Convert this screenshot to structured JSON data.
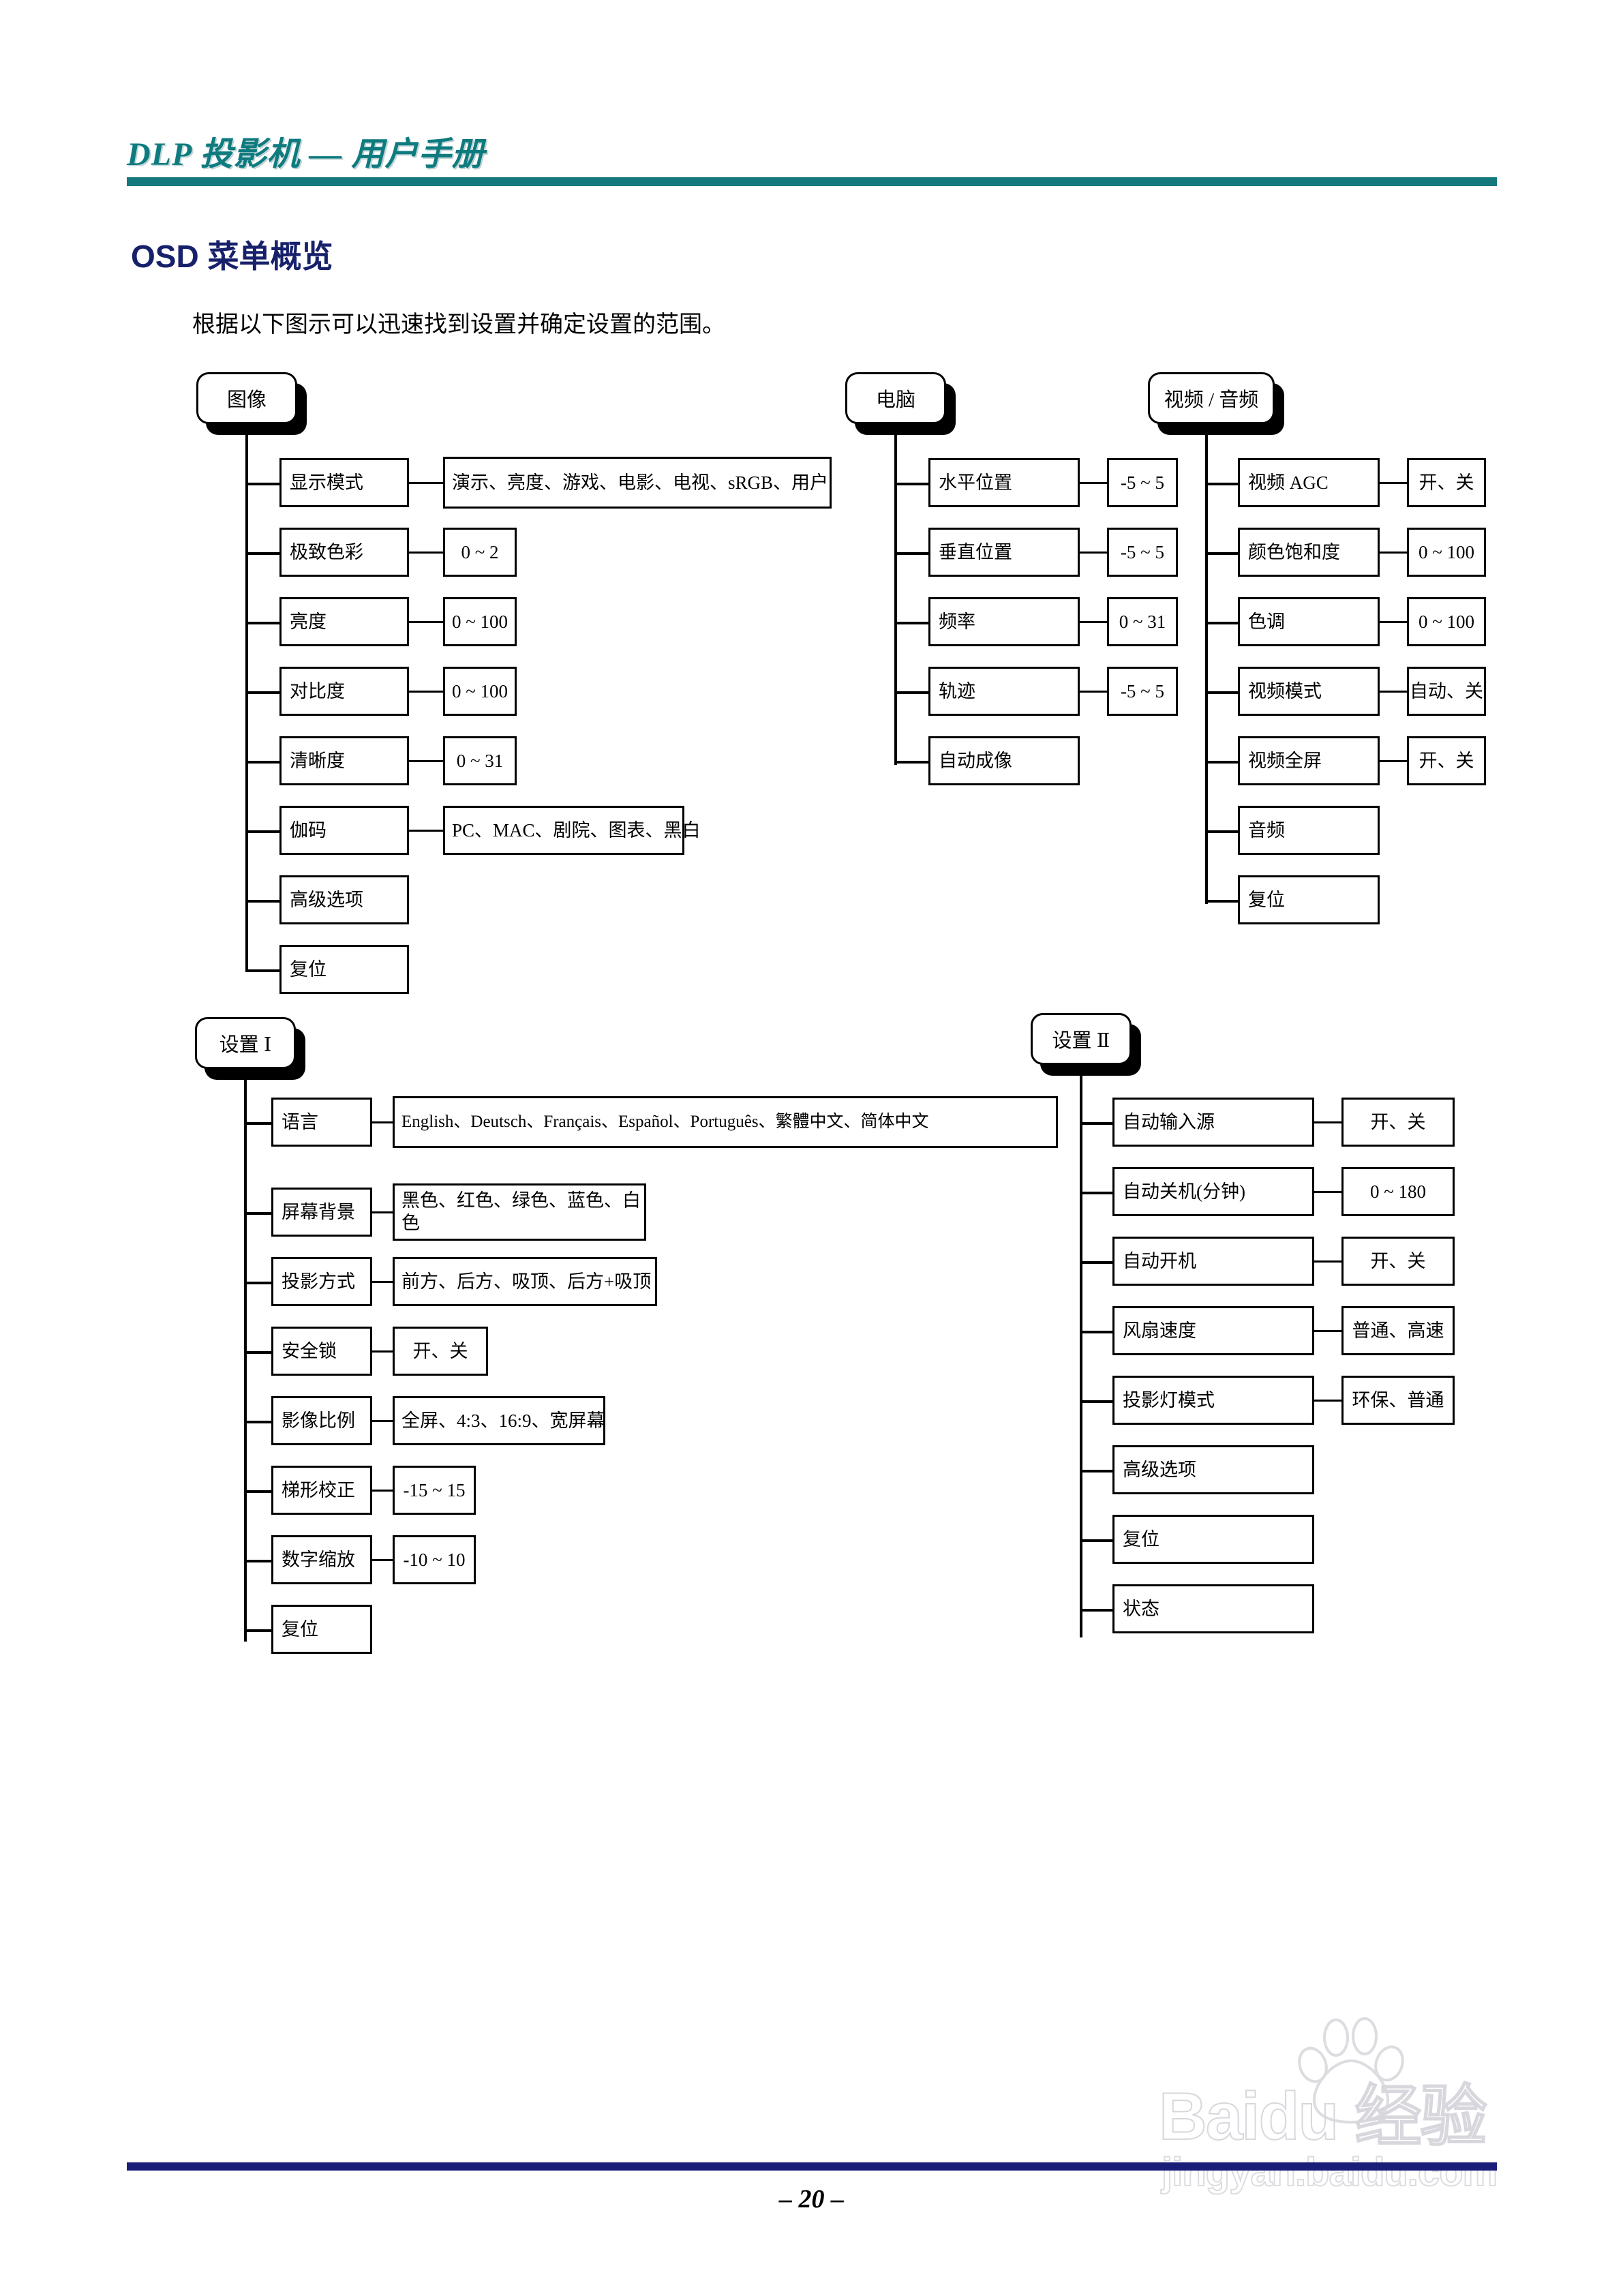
{
  "header": {
    "title": "DLP 投影机 — 用户手册",
    "rule_color": "#14797D",
    "title_color": "#0E7B7F"
  },
  "section": {
    "heading": "OSD 菜单概览",
    "heading_color": "#17216B",
    "intro": "根据以下图示可以迅速找到设置并确定设置的范围。"
  },
  "diagram": {
    "groups": [
      {
        "id": "image",
        "root": "图像",
        "rows": [
          {
            "label": "显示模式",
            "value": "演示、亮度、游戏、电影、电视、sRGB、用户"
          },
          {
            "label": "极致色彩",
            "value": "0 ~ 2"
          },
          {
            "label": "亮度",
            "value": "0 ~ 100"
          },
          {
            "label": "对比度",
            "value": "0 ~ 100"
          },
          {
            "label": "清晰度",
            "value": "0 ~ 31"
          },
          {
            "label": "伽码",
            "value": "PC、MAC、剧院、图表、黑白"
          },
          {
            "label": "高级选项",
            "value": ""
          },
          {
            "label": "复位",
            "value": ""
          }
        ]
      },
      {
        "id": "computer",
        "root": "电脑",
        "rows": [
          {
            "label": "水平位置",
            "value": "-5 ~ 5"
          },
          {
            "label": "垂直位置",
            "value": "-5 ~ 5"
          },
          {
            "label": "频率",
            "value": "0 ~ 31"
          },
          {
            "label": "轨迹",
            "value": "-5 ~ 5"
          },
          {
            "label": "自动成像",
            "value": ""
          }
        ]
      },
      {
        "id": "video-audio",
        "root": "视频 / 音频",
        "rows": [
          {
            "label": "视频 AGC",
            "value": "开、关"
          },
          {
            "label": "颜色饱和度",
            "value": "0 ~ 100"
          },
          {
            "label": "色调",
            "value": "0 ~ 100"
          },
          {
            "label": "视频模式",
            "value": "自动、关"
          },
          {
            "label": "视频全屏",
            "value": "开、关"
          },
          {
            "label": "音频",
            "value": ""
          },
          {
            "label": "复位",
            "value": ""
          }
        ]
      },
      {
        "id": "settings-1",
        "root": "设置 Ⅰ",
        "rows": [
          {
            "label": "语言",
            "value": "English、Deutsch、Français、Español、Português、繁體中文、简体中文"
          },
          {
            "label": "屏幕背景",
            "value": "黑色、红色、绿色、蓝色、白色"
          },
          {
            "label": "投影方式",
            "value": "前方、后方、吸顶、后方+吸顶"
          },
          {
            "label": "安全锁",
            "value": "开、关"
          },
          {
            "label": "影像比例",
            "value": "全屏、4:3、16:9、宽屏幕"
          },
          {
            "label": "梯形校正",
            "value": "-15 ~ 15"
          },
          {
            "label": "数字缩放",
            "value": "-10 ~ 10"
          },
          {
            "label": "复位",
            "value": ""
          }
        ]
      },
      {
        "id": "settings-2",
        "root": "设置 Ⅱ",
        "rows": [
          {
            "label": "自动输入源",
            "value": "开、关"
          },
          {
            "label": "自动关机(分钟)",
            "value": "0 ~ 180"
          },
          {
            "label": "自动开机",
            "value": "开、关"
          },
          {
            "label": "风扇速度",
            "value": "普通、高速"
          },
          {
            "label": "投影灯模式",
            "value": "环保、普通"
          },
          {
            "label": "高级选项",
            "value": ""
          },
          {
            "label": "复位",
            "value": ""
          },
          {
            "label": "状态",
            "value": ""
          }
        ]
      }
    ]
  },
  "footer": {
    "page_number": "– 20 –",
    "rule_color": "#1A1E78"
  },
  "watermark": {
    "brand": "Baidu 经验",
    "url": "jingyan.baidu.com"
  }
}
